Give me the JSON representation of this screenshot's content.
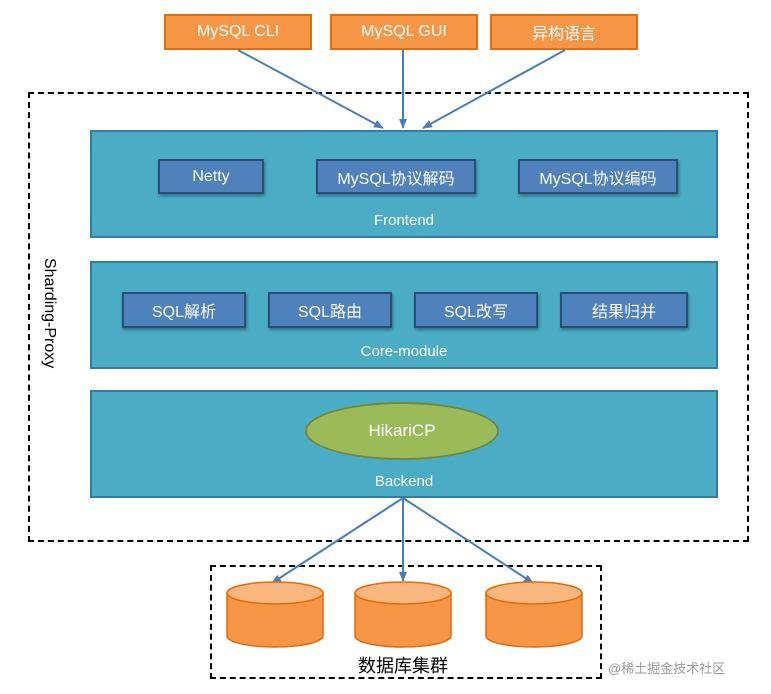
{
  "clients": [
    "MySQL CLI",
    "MySQL GUI",
    "异构语言"
  ],
  "proxy_label": "Sharding-Proxy",
  "frontend": {
    "modules": [
      "Netty",
      "MySQL协议解码",
      "MySQL协议编码"
    ],
    "label": "Frontend"
  },
  "core": {
    "modules": [
      "SQL解析",
      "SQL路由",
      "SQL改写",
      "结果归并"
    ],
    "label": "Core-module"
  },
  "backend": {
    "pool": "HikariCP",
    "label": "Backend"
  },
  "database": {
    "label": "数据库集群",
    "count": 3
  },
  "watermark": "@稀土掘金技术社区",
  "colors": {
    "client": "#f79646",
    "layer": "#4bacc6",
    "module": "#4f81bd",
    "pool": "#9bbb59",
    "cylinder": "#f79646",
    "arrow": "#4a7ebb"
  }
}
